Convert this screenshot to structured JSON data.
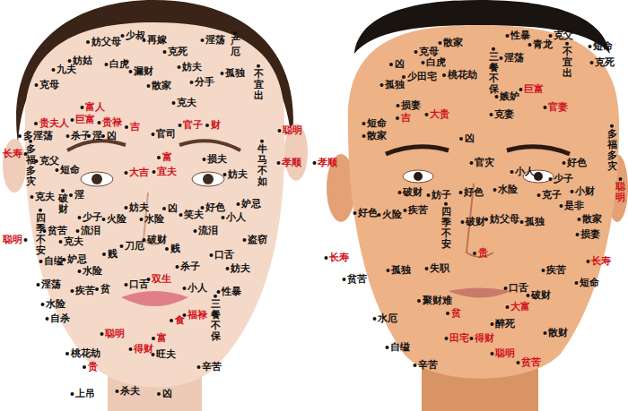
{
  "diagram": {
    "labels": [
      "妨父母",
      "少叔",
      "再嫁",
      "克死",
      "淫荡",
      "产厄",
      "妨姑",
      "白虎",
      "漏财",
      "妨夫",
      "分手",
      "孤独",
      "不宜出",
      "九夫",
      "克母",
      "散家",
      "克夫",
      "富人",
      "巨富",
      "贵夫人",
      "贵禄",
      "吉",
      "官司",
      "官子",
      "财",
      "聪明",
      "长寿",
      "多淫荡",
      "多福多灾",
      "克父",
      "杀子",
      "淫",
      "凶",
      "短命",
      "损夫",
      "妨夫",
      "牛马不如",
      "孝顺",
      "大吉",
      "富",
      "宜夫",
      "克夫",
      "破财",
      "淫",
      "四季不安",
      "贫苦",
      "少子",
      "流泪",
      "火险",
      "妨夫",
      "水险",
      "凶",
      "笑夫",
      "好色",
      "小人",
      "妒忌",
      "流泪",
      "聪明",
      "克夫",
      "贱",
      "刀厄",
      "破财",
      "贱",
      "盗窃",
      "自缢",
      "妒忌",
      "水险",
      "杀子",
      "口舌",
      "妨夫",
      "淫荡",
      "疾苦",
      "贫",
      "口舌",
      "双生",
      "小人",
      "三餐不保",
      "性暴",
      "水险",
      "福禄",
      "食",
      "自杀",
      "聪明",
      "得财",
      "富",
      "旺夫",
      "桃花劫",
      "贵",
      "辛苦",
      "上吊",
      "杀夫",
      "凶",
      "性暴",
      "青龙",
      "克父",
      "散家",
      "克母",
      "白虎",
      "桃花劫",
      "淫荡",
      "不宜出",
      "短命",
      "克死",
      "凶",
      "少田宅",
      "三餐不保",
      "孤独",
      "损妻",
      "大贵",
      "嫉妒",
      "巨富",
      "官妻",
      "吉",
      "短命",
      "散家",
      "克妻",
      "凶",
      "多福多灾",
      "好色",
      "官灾",
      "小人",
      "少子",
      "小财",
      "孝顺",
      "聪明",
      "克子",
      "是非",
      "破财",
      "妨子",
      "好色",
      "水险",
      "散家",
      "好色",
      "火险",
      "疾苦",
      "四季不安",
      "破财",
      "妨父母",
      "孤独",
      "损妻",
      "长寿",
      "长寿",
      "贫苦",
      "孤独",
      "失职",
      "贵",
      "疾苦",
      "短命",
      "聚财难",
      "口舌",
      "破财",
      "大富",
      "贫",
      "水厄",
      "醉死",
      "散财",
      "自缢",
      "田宅",
      "得财",
      "聪明",
      "贫苦",
      "辛苦"
    ]
  }
}
